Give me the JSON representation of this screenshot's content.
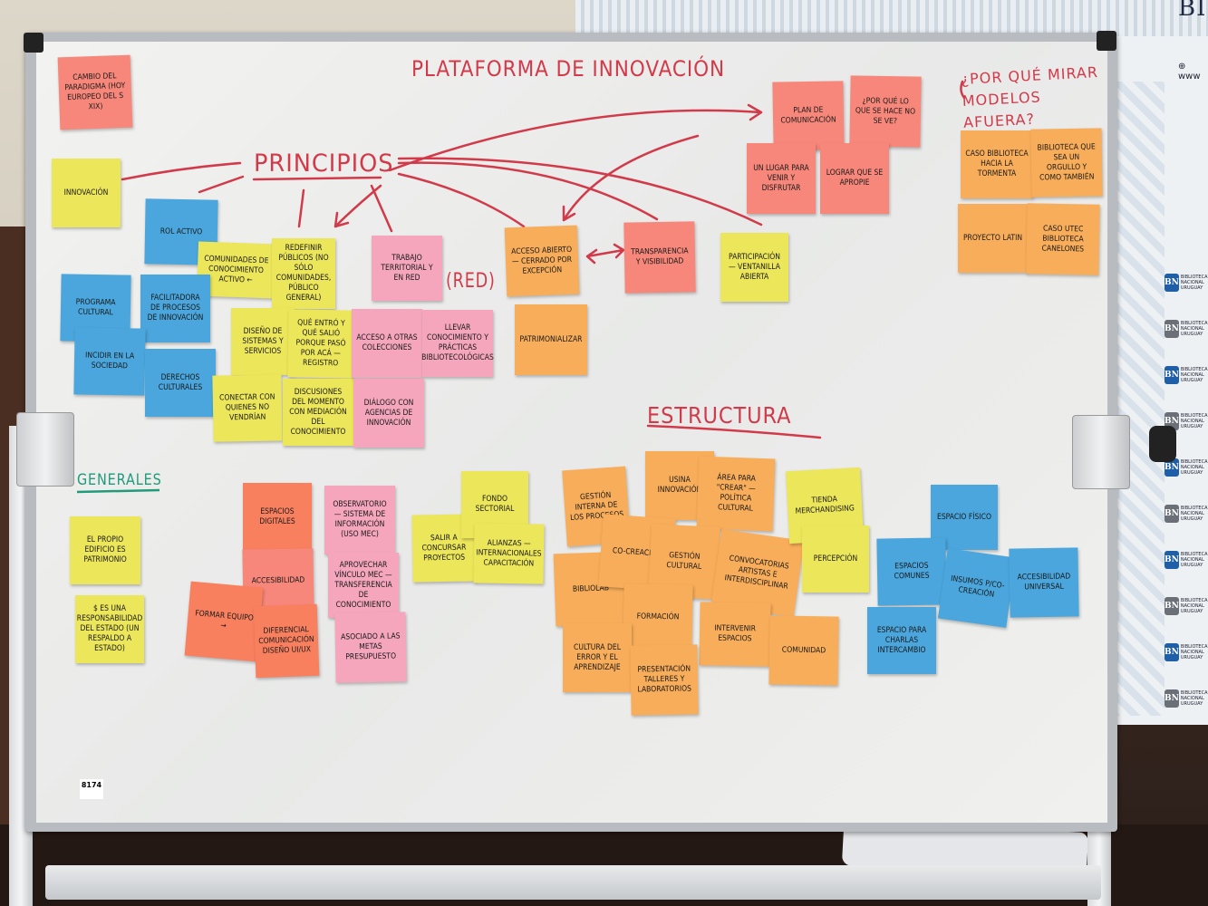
{
  "palette": {
    "salmon": "#f7877a",
    "red_orange": "#f8805f",
    "yellow": "#ece65a",
    "blue": "#4aa6dc",
    "pink": "#f5a6bd",
    "orange": "#f8ad5a",
    "ink_red": "#d23a4a",
    "ink_green": "#1f9a7a"
  },
  "headings": {
    "title": "PLATAFORMA DE INNOVACIÓN",
    "principios": "PRINCIPIOS",
    "red": "(RED)",
    "question": "¿POR QUÉ MIRAR MODELOS AFUERA?",
    "estructura": "ESTRUCTURA",
    "generales": "GENERALES"
  },
  "background": {
    "banner_title": "BI",
    "web_prefix": "www",
    "logo_text": "BIBLIOTECA NACIONAL URUGUAY",
    "board_tag": "8174"
  },
  "notes": {
    "cambio": {
      "text": "Cambio del paradigma (hoy europeo del s XIX)",
      "color": "salmon"
    },
    "innovacion": {
      "text": "Innovación",
      "color": "yellow"
    },
    "rol": {
      "text": "Rol activo",
      "color": "blue"
    },
    "comunidades": {
      "text": "Comunidades de conocimiento activo ←",
      "color": "yellow"
    },
    "redefinir": {
      "text": "Redefinir públicos (no sólo comunidades, público general)",
      "color": "yellow"
    },
    "programa": {
      "text": "Programa cultural",
      "color": "blue"
    },
    "facilitadora": {
      "text": "Facilitadora de procesos de innovación",
      "color": "blue"
    },
    "incidir": {
      "text": "Incidir en la sociedad",
      "color": "blue"
    },
    "derechos": {
      "text": "Derechos culturales",
      "color": "blue"
    },
    "diseno": {
      "text": "Diseño de sistemas y servicios",
      "color": "yellow"
    },
    "entro": {
      "text": "Qué entró y qué salió porque pasó por acá — registro",
      "color": "yellow"
    },
    "conectar": {
      "text": "Conectar con quienes no vendrían",
      "color": "yellow"
    },
    "discusiones": {
      "text": "Discusiones del momento con mediación del conocimiento",
      "color": "yellow"
    },
    "trabajo": {
      "text": "Trabajo territorial y en red",
      "color": "pink"
    },
    "acceso_colecciones": {
      "text": "Acceso a otras colecciones",
      "color": "pink"
    },
    "llevar": {
      "text": "Llevar conocimiento y prácticas bibliotecológicas",
      "color": "pink"
    },
    "dialogo": {
      "text": "Diálogo con agencias de innovación",
      "color": "pink"
    },
    "acceso_abierto": {
      "text": "Acceso abierto — cerrado por excepción",
      "color": "orange"
    },
    "patrimonializar": {
      "text": "Patrimonializar",
      "color": "orange"
    },
    "transparencia": {
      "text": "Transparencia y visibilidad",
      "color": "salmon"
    },
    "participacion": {
      "text": "Participación — ventanilla abierta",
      "color": "yellow"
    },
    "plan": {
      "text": "Plan de comunicación",
      "color": "salmon"
    },
    "porque": {
      "text": "¿Por qué lo que se hace no se ve?",
      "color": "salmon"
    },
    "lugar": {
      "text": "Un lugar para venir y disfrutar",
      "color": "salmon"
    },
    "lograr": {
      "text": "Lograr que se apropie",
      "color": "salmon"
    },
    "caso": {
      "text": "Caso biblioteca hacia la tormenta",
      "color": "orange"
    },
    "biblioteca": {
      "text": "Biblioteca que sea un orgullo y como también",
      "color": "orange"
    },
    "latin": {
      "text": "Proyecto Latin",
      "color": "orange"
    },
    "utec": {
      "text": "Caso UTEC biblioteca Canelones",
      "color": "orange"
    },
    "edificio": {
      "text": "El propio edificio es patrimonio",
      "color": "yellow"
    },
    "estado": {
      "text": "$ es una responsabilidad del estado (un respaldo a estado)",
      "color": "yellow"
    },
    "digitales": {
      "text": "Espacios digitales",
      "color": "red_orange"
    },
    "accesibilidad": {
      "text": "Accesibilidad",
      "color": "salmon"
    },
    "formar": {
      "text": "Formar equipo →",
      "color": "red_orange"
    },
    "diferencial": {
      "text": "Diferencial comunicación diseño UI/UX",
      "color": "red_orange"
    },
    "observatorio": {
      "text": "Observatorio — sistema de información (uso MEC)",
      "color": "pink"
    },
    "aprovechar": {
      "text": "Aprovechar vínculo MEC — transferencia de conocimiento",
      "color": "pink"
    },
    "asociado": {
      "text": "Asociado a las metas presupuesto",
      "color": "pink"
    },
    "fondo": {
      "text": "Fondo sectorial",
      "color": "yellow"
    },
    "concursar": {
      "text": "Salir a concursar proyectos",
      "color": "yellow"
    },
    "alianzas": {
      "text": "Alianzas — internacionales capacitación",
      "color": "yellow"
    },
    "gestion_interna": {
      "text": "Gestión interna de los procesos",
      "color": "orange"
    },
    "usina": {
      "text": "Usina innovación",
      "color": "orange"
    },
    "area": {
      "text": "Área para \"crear\" — política cultural",
      "color": "orange"
    },
    "cocreacion": {
      "text": "Co-creación",
      "color": "orange"
    },
    "gestion_cultural": {
      "text": "Gestión cultural",
      "color": "orange"
    },
    "convocatorias": {
      "text": "Convocatorias artistas e interdisciplinar",
      "color": "orange"
    },
    "bibliolab": {
      "text": "Bibliolab",
      "color": "orange"
    },
    "formacion": {
      "text": "Formación",
      "color": "orange"
    },
    "intervenir": {
      "text": "Intervenir espacios",
      "color": "orange"
    },
    "comunidad": {
      "text": "Comunidad",
      "color": "orange"
    },
    "cultura_error": {
      "text": "Cultura del error y el aprendizaje",
      "color": "orange"
    },
    "presentacion": {
      "text": "Presentación talleres y laboratorios",
      "color": "orange"
    },
    "tienda": {
      "text": "Tienda merchandising",
      "color": "yellow"
    },
    "percepcion": {
      "text": "Percepción",
      "color": "yellow"
    },
    "fisico": {
      "text": "Espacio físico",
      "color": "blue"
    },
    "comunes": {
      "text": "Espacios comunes",
      "color": "blue"
    },
    "insumos": {
      "text": "Insumos p/co-creación",
      "color": "blue"
    },
    "universal": {
      "text": "Accesibilidad universal",
      "color": "blue"
    },
    "charlas": {
      "text": "Espacio para charlas intercambio",
      "color": "blue"
    }
  }
}
